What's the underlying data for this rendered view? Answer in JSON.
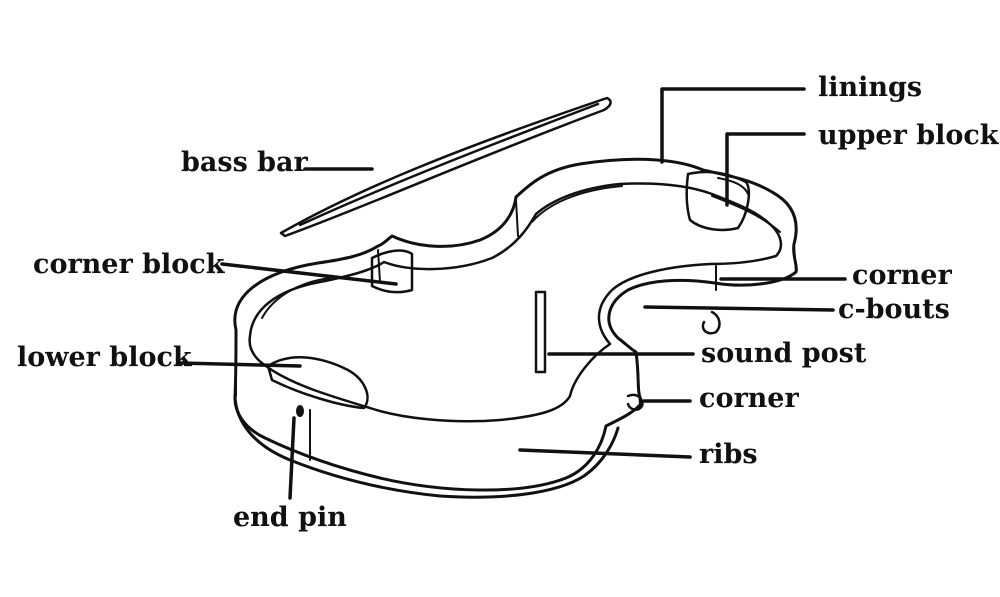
{
  "labels": {
    "bass_bar": "bass bar",
    "corner_block": "corner block",
    "lower_block": "lower block",
    "end_pin": "end pin",
    "linings": "linings",
    "upper_block": "upper block",
    "corner_right": "corner",
    "c_bouts": "c-bouts",
    "sound_post": "sound post",
    "corner_lower": "corner",
    "ribs": "ribs"
  },
  "colors": {
    "ink": "#111111",
    "background": "#ffffff"
  }
}
